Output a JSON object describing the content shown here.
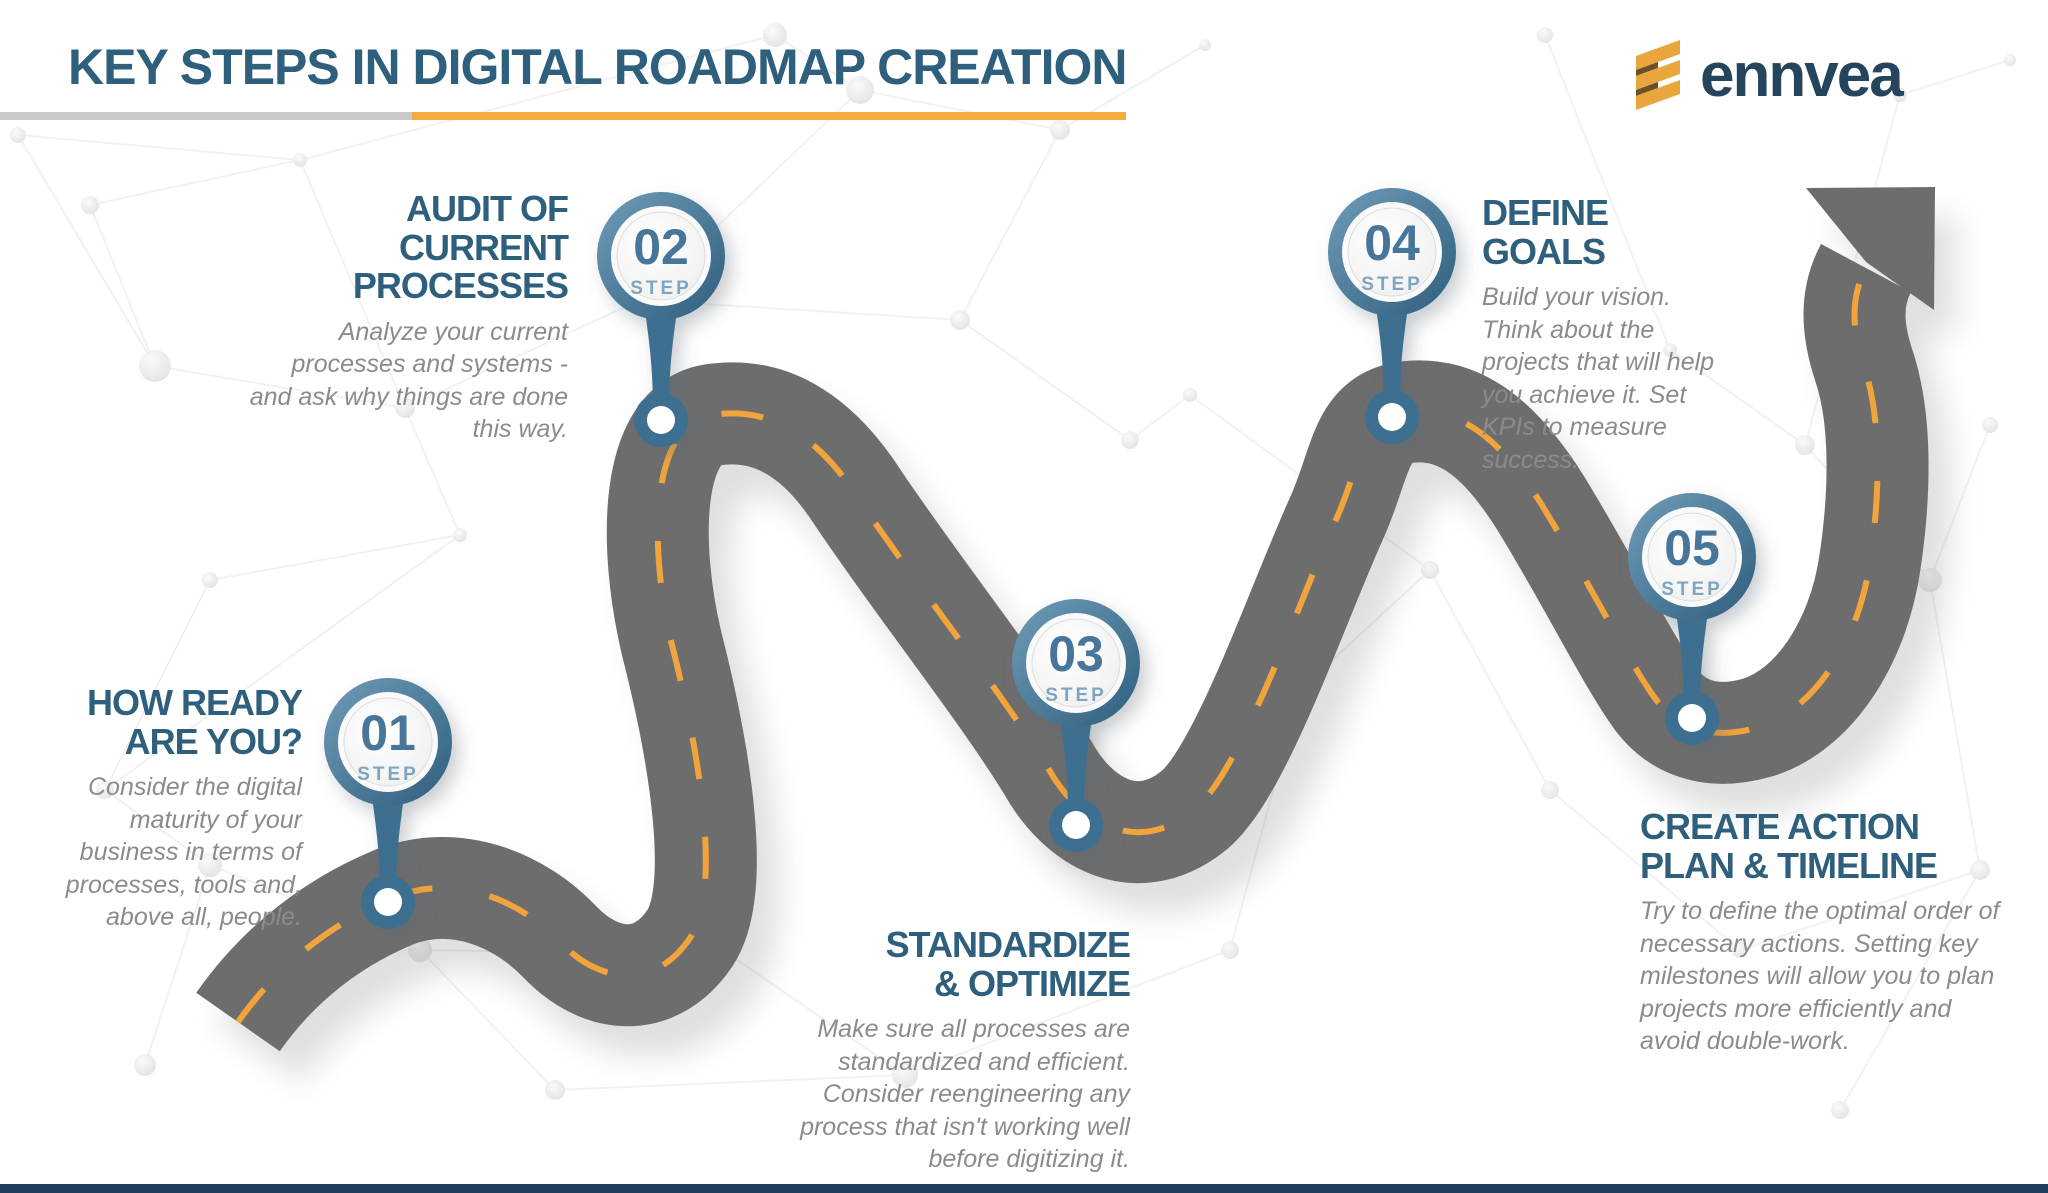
{
  "header": {
    "title": "KEY STEPS IN DIGITAL ROADMAP CREATION",
    "logo_text": "ennvea"
  },
  "steps": [
    {
      "number": "01",
      "label": "STEP",
      "heading_lines": [
        "HOW READY",
        "ARE YOU?"
      ],
      "body": "Consider the digital maturity of your business in terms of processes, tools and, above all, people."
    },
    {
      "number": "02",
      "label": "STEP",
      "heading_lines": [
        "AUDIT OF CURRENT",
        "PROCESSES"
      ],
      "body": "Analyze your current processes and systems - and ask why things are done this way."
    },
    {
      "number": "03",
      "label": "STEP",
      "heading_lines": [
        "STANDARDIZE",
        "& OPTIMIZE"
      ],
      "body": "Make sure all processes are standardized and efficient. Consider reengineering any process that isn't working well before digitizing it."
    },
    {
      "number": "04",
      "label": "STEP",
      "heading_lines": [
        "DEFINE GOALS"
      ],
      "body": "Build your vision. Think about the projects that will help you achieve it. Set KPIs to measure success."
    },
    {
      "number": "05",
      "label": "STEP",
      "heading_lines": [
        "CREATE ACTION",
        "PLAN & TIMELINE"
      ],
      "body": "Try to define the optimal order of necessary actions. Setting key milestones will allow you to plan projects more efficiently and avoid double-work."
    }
  ],
  "colors": {
    "title_blue": "#2e5f7d",
    "body_gray": "#8b8b8b",
    "road_gray": "#6d6d6d",
    "dash_orange": "#f2a43c",
    "underline_orange": "#f3ab3f",
    "underline_gray": "#cacaca",
    "pin_blue": "#3e7090",
    "pin_ring_dark": "#2f5e7e",
    "pin_ring_light": "#6f9cb8",
    "logo_navy": "#24455c",
    "logo_gold": "#e8a63c",
    "footer_navy": "#1e3e5c"
  }
}
